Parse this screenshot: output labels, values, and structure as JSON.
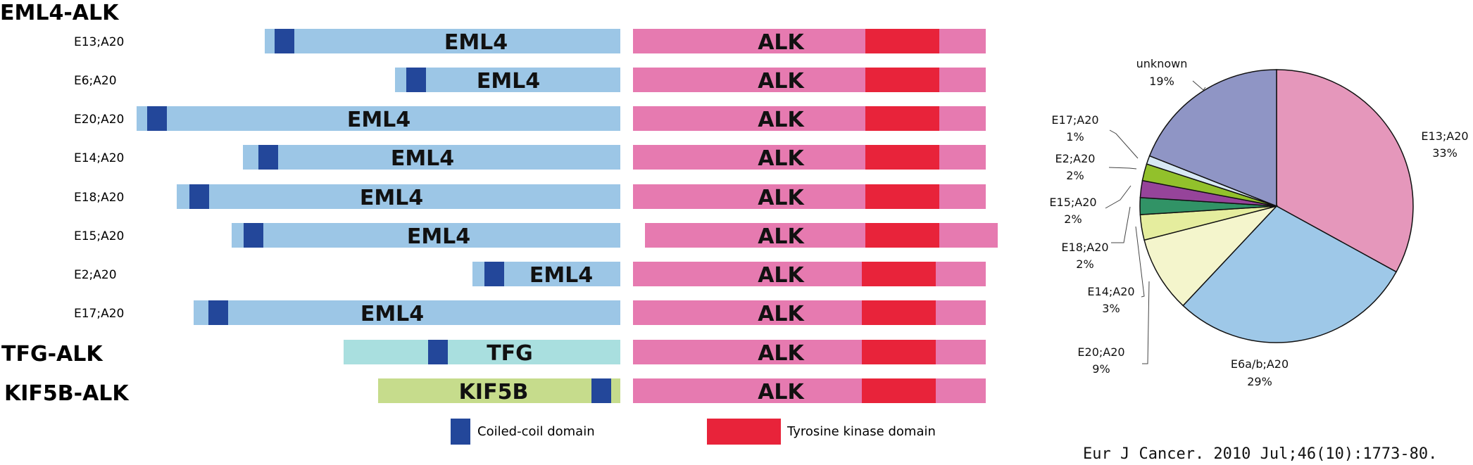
{
  "groups": {
    "eml4_alk": "EML4-ALK",
    "tfg_alk": "TFG-ALK",
    "kif5b_alk": "KIF5B-ALK"
  },
  "rows": [
    {
      "label": "E13;A20",
      "partner": "EML4",
      "alk": "ALK"
    },
    {
      "label": "E6;A20",
      "partner": "EML4",
      "alk": "ALK"
    },
    {
      "label": "E20;A20",
      "partner": "EML4",
      "alk": "ALK"
    },
    {
      "label": "E14;A20",
      "partner": "EML4",
      "alk": "ALK"
    },
    {
      "label": "E18;A20",
      "partner": "EML4",
      "alk": "ALK"
    },
    {
      "label": "E15;A20",
      "partner": "EML4",
      "alk": "ALK"
    },
    {
      "label": "E2;A20",
      "partner": "EML4",
      "alk": "ALK"
    },
    {
      "label": "E17;A20",
      "partner": "EML4",
      "alk": "ALK"
    },
    {
      "label": "",
      "partner": "TFG",
      "alk": "ALK"
    },
    {
      "label": "",
      "partner": "KIF5B",
      "alk": "ALK"
    }
  ],
  "legend": {
    "coiled_coil": "Coiled-coil domain",
    "kinase": "Tyrosine kinase domain"
  },
  "colors": {
    "eml4": "#9cc6e6",
    "tfg": "#a9dfdf",
    "kif5b": "#c6dc8c",
    "coiled_coil": "#23479a",
    "alk": "#e67ab0",
    "kinase": "#e8233a"
  },
  "pie": {
    "slices": [
      {
        "name": "E13;A20",
        "pct": "33%",
        "value": 33,
        "color": "#e597bb"
      },
      {
        "name": "E6a/b;A20",
        "pct": "29%",
        "value": 29,
        "color": "#9ec8e8"
      },
      {
        "name": "E20;A20",
        "pct": "9%",
        "value": 9,
        "color": "#f4f5cc"
      },
      {
        "name": "E14;A20",
        "pct": "3%",
        "value": 3,
        "color": "#e5ed9e"
      },
      {
        "name": "E18;A20",
        "pct": "2%",
        "value": 2,
        "color": "#319366"
      },
      {
        "name": "E15;A20",
        "pct": "2%",
        "value": 2,
        "color": "#96449a"
      },
      {
        "name": "E2;A20",
        "pct": "2%",
        "value": 2,
        "color": "#92c12b"
      },
      {
        "name": "E17;A20",
        "pct": "1%",
        "value": 1,
        "color": "#d7e8f4"
      },
      {
        "name": "unknown",
        "pct": "19%",
        "value": 19,
        "color": "#8f95c5"
      }
    ]
  },
  "citation": "Eur J Cancer. 2010 Jul;46(10):1773-80."
}
